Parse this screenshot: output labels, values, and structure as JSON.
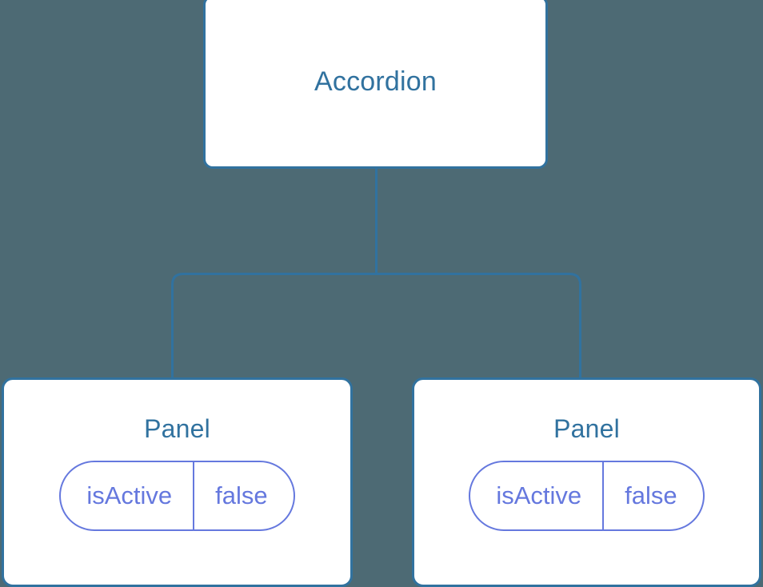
{
  "diagram": {
    "type": "component-tree",
    "background_color": "#4d6a74",
    "node_border_color": "#31729f",
    "node_text_color": "#31729f",
    "node_fill_color": "#ffffff",
    "pill_color": "#6578de",
    "edge_color": "#31729f",
    "root": {
      "label": "Accordion"
    },
    "children": [
      {
        "label": "Panel",
        "state": {
          "key": "isActive",
          "value": "false"
        }
      },
      {
        "label": "Panel",
        "state": {
          "key": "isActive",
          "value": "false"
        }
      }
    ]
  }
}
